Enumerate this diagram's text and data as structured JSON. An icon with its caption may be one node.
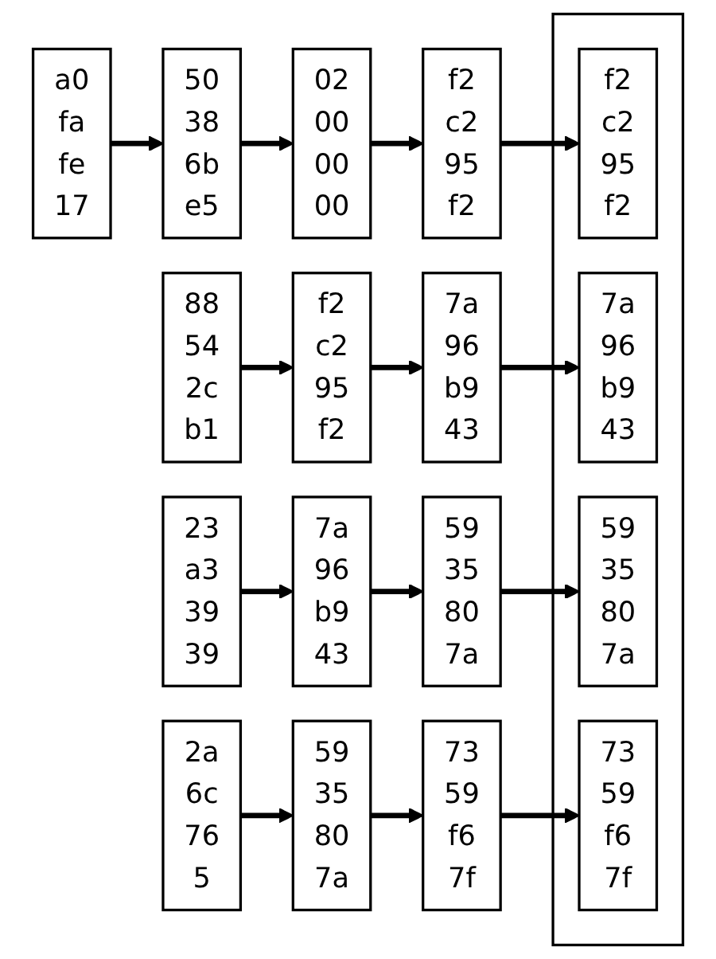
{
  "diagram": {
    "nodes": [
      {
        "text": [
          "a0",
          "fa",
          "fe",
          "17"
        ]
      },
      {
        "text": [
          "50",
          "38",
          "6b",
          "e5"
        ]
      },
      {
        "text": [
          "02",
          "00",
          "00",
          "00"
        ]
      },
      {
        "text": [
          "f2",
          "c2",
          "95",
          "f2"
        ]
      },
      {
        "text": [
          "88",
          "54",
          "2c",
          "b1"
        ]
      },
      {
        "text": [
          "f2",
          "c2",
          "95",
          "f2"
        ]
      },
      {
        "text": [
          "7a",
          "96",
          "b9",
          "43"
        ]
      },
      {
        "text": [
          "23",
          "a3",
          "39",
          "39"
        ]
      },
      {
        "text": [
          "7a",
          "96",
          "b9",
          "43"
        ]
      },
      {
        "text": [
          "59",
          "35",
          "80",
          "7a"
        ]
      },
      {
        "text": [
          "2a",
          "6c",
          "76",
          "5"
        ]
      },
      {
        "text": [
          "59",
          "35",
          "80",
          "7a"
        ]
      },
      {
        "text": [
          "73",
          "59",
          "f6",
          "7f"
        ]
      },
      {
        "text": [],
        "shape": "box"
      },
      {
        "text": [
          "f2",
          "c2",
          "95",
          "f2"
        ],
        "in": 13
      },
      {
        "text": [
          "7a",
          "96",
          "b9",
          "43"
        ],
        "in": 13
      },
      {
        "text": [
          "59",
          "35",
          "80",
          "7a"
        ],
        "in": 13
      },
      {
        "text": [
          "73",
          "59",
          "f6",
          "7f"
        ],
        "in": 13
      }
    ],
    "edges": [
      {
        "from": 0,
        "to": 1,
        "arrow": "to"
      },
      {
        "from": 1,
        "to": 2,
        "arrow": "to"
      },
      {
        "from": 2,
        "to": 3,
        "arrow": "to"
      },
      {
        "from": 4,
        "to": 5,
        "arrow": "to"
      },
      {
        "from": 5,
        "to": 6,
        "arrow": "to"
      },
      {
        "from": 7,
        "to": 8,
        "arrow": "to"
      },
      {
        "from": 8,
        "to": 9,
        "arrow": "to"
      },
      {
        "from": 10,
        "to": 11,
        "arrow": "to"
      },
      {
        "from": 11,
        "to": 12,
        "arrow": "to"
      },
      {
        "from": 3,
        "to": 14,
        "arrow": "to"
      },
      {
        "from": 6,
        "to": 15,
        "arrow": "to"
      },
      {
        "from": 9,
        "to": 16,
        "arrow": "to"
      },
      {
        "from": 12,
        "to": 17,
        "arrow": "to"
      }
    ]
  }
}
